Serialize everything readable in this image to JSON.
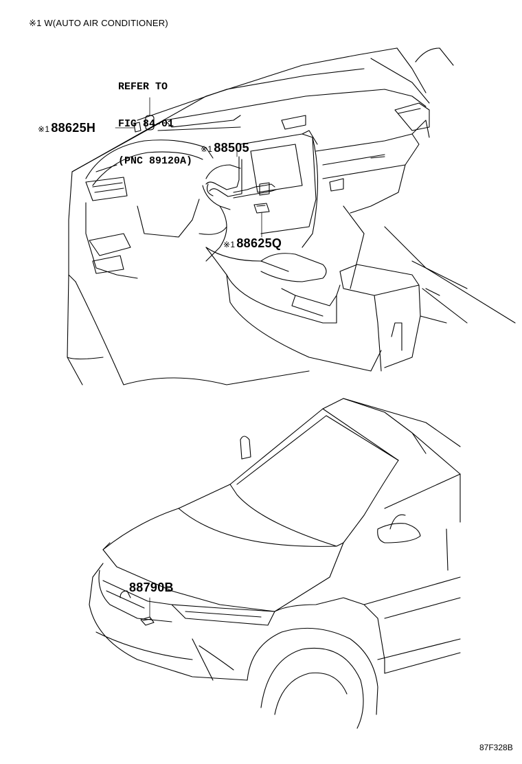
{
  "header_note": "※1 W(AUTO AIR CONDITIONER)",
  "refer_note": {
    "line1": "REFER TO",
    "line2": "FIG 84-01",
    "line3": "(PNC 89120A)"
  },
  "callouts": {
    "c88625h": {
      "mark": "※1",
      "part": "88625H"
    },
    "c88505": {
      "mark": "※1",
      "part": "88505"
    },
    "c88625q": {
      "mark": "※1",
      "part": "88625Q"
    },
    "c88790b": {
      "mark": "",
      "part": "88790B"
    }
  },
  "figure_code": "87F328B"
}
